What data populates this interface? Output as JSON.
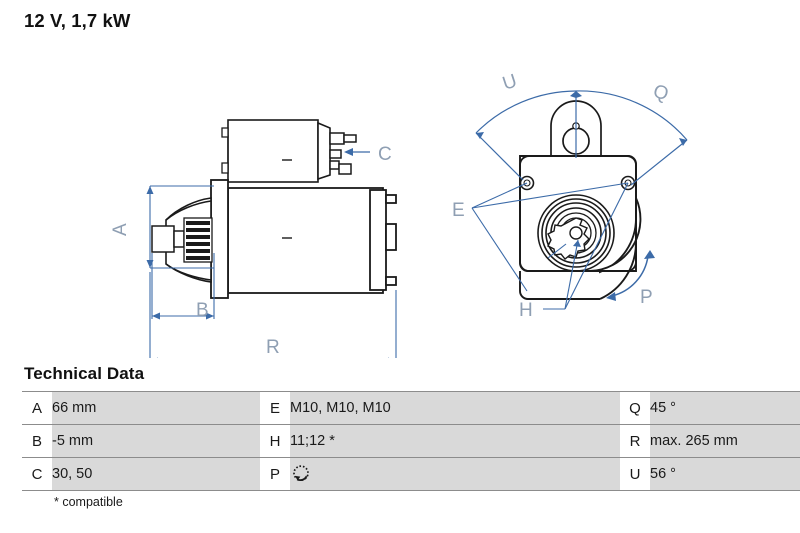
{
  "page": {
    "title": "12 V, 1,7 kW",
    "background_color": "#ffffff"
  },
  "drawings": {
    "side_view": {
      "name": "starter-motor-side-view",
      "dimension_labels": [
        "A",
        "B",
        "C",
        "R"
      ]
    },
    "end_view": {
      "name": "starter-motor-flange-end-view",
      "dimension_labels": [
        "U",
        "Q",
        "E",
        "H",
        "P"
      ]
    },
    "colors": {
      "dimension_line": "#3c6ba8",
      "dimension_label": "#8f9fb3",
      "outline": "#1a1a1a"
    }
  },
  "tech": {
    "heading": "Technical Data",
    "footnote": "* compatible",
    "rows": [
      {
        "k1": "A",
        "v1": "66 mm",
        "k2": "E",
        "v2": "M10, M10, M10",
        "k3": "Q",
        "v3": "45 °"
      },
      {
        "k1": "B",
        "v1": "-5 mm",
        "k2": "H",
        "v2": "11;12 *",
        "k3": "R",
        "v3": "max. 265 mm"
      },
      {
        "k1": "C",
        "v1": "30, 50",
        "k2": "P",
        "v2": "rotation-ccw-icon",
        "k3": "U",
        "v3": "56 °"
      }
    ],
    "cell_colors": {
      "key_background": "#ffffff",
      "value_background": "#d9d9d9",
      "border": "#8c8c8c"
    }
  }
}
